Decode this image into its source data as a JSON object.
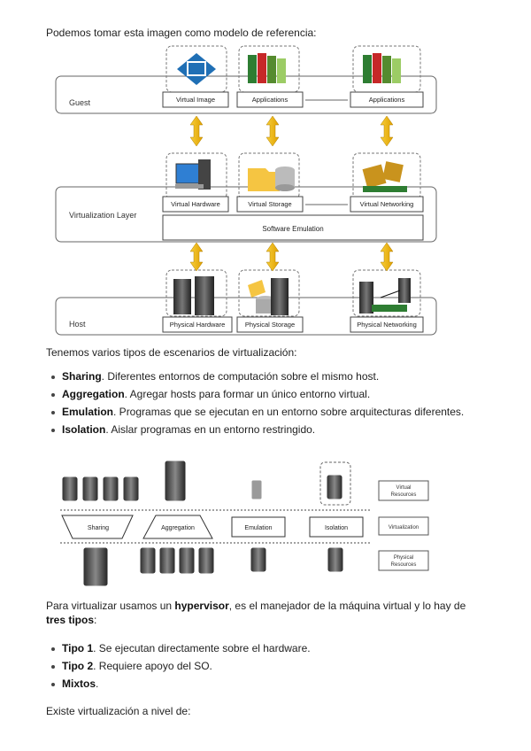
{
  "intro": "Podemos tomar esta imagen como modelo de referencia:",
  "diagram1": {
    "layers": {
      "guest": "Guest",
      "virt": "Virtualization Layer",
      "host": "Host"
    },
    "guest_boxes": [
      "Virtual Image",
      "Applications",
      "Applications"
    ],
    "virt_boxes": [
      "Virtual Hardware",
      "Virtual Storage",
      "Virtual Networking"
    ],
    "emulation": "Software Emulation",
    "host_boxes": [
      "Physical Hardware",
      "Physical Storage",
      "Physical Networking"
    ]
  },
  "scenarios_intro": "Tenemos varios tipos de escenarios de virtualización:",
  "scenarios": [
    {
      "term": "Sharing",
      "desc": ". Diferentes entornos de computación sobre el mismo host."
    },
    {
      "term": "Aggregation",
      "desc": ". Agregar hosts para formar un único entorno virtual."
    },
    {
      "term": "Emulation",
      "desc": ". Programas que se ejecutan en un entorno sobre arquitecturas diferentes."
    },
    {
      "term": "Isolation",
      "desc": ". Aislar programas en un entorno restringido."
    }
  ],
  "diagram2": {
    "sharing": "Sharing",
    "aggregation": "Aggregation",
    "emulation": "Emulation",
    "isolation": "Isolation",
    "virtual_resources_1": "Virtual",
    "virtual_resources_2": "Resources",
    "virtualization": "Virtualization",
    "physical_resources_1": "Physical",
    "physical_resources_2": "Resources"
  },
  "hyper_text": {
    "pre": "Para virtualizar usamos un ",
    "term": "hypervisor",
    "post": ", es el manejador de la máquina virtual y lo hay de",
    "line2_term": "tres tipos",
    "line2_post": ":"
  },
  "types": [
    {
      "term": "Tipo 1",
      "desc": ". Se ejecutan directamente sobre el hardware."
    },
    {
      "term": "Tipo 2",
      "desc": ". Requiere apoyo del SO."
    },
    {
      "term": "Mixtos",
      "desc": "."
    }
  ],
  "closing": "Existe virtualización a nivel de:",
  "colors": {
    "arrow": "#f2b705",
    "frame": "#555555"
  }
}
